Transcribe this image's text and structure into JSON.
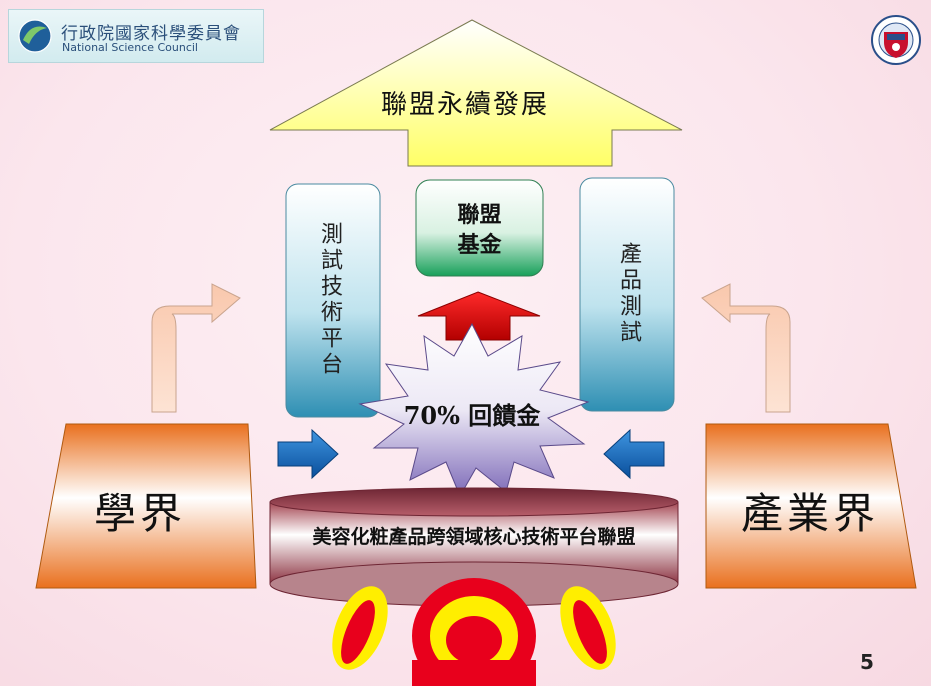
{
  "header": {
    "logo_cn": "行政院國家科學委員會",
    "logo_en": "National Science Council"
  },
  "diagram": {
    "top_arrow_label": "聯盟永續發展",
    "left_platform_label": "測試技術平台",
    "right_platform_label": "產品測試",
    "fund_box_label_line1": "聯盟",
    "fund_box_label_line2": "基金",
    "burst_label": "70% 回饋金",
    "left_block_label": "學界",
    "right_block_label": "產業界",
    "cylinder_label": "美容化粧產品跨領域核心技術平台聯盟"
  },
  "footer": {
    "page_number": "5"
  },
  "colors": {
    "top_arrow": "#ffff99",
    "left_block": "#e97b2a",
    "blue_arrow": "#1f6fbf",
    "red_arrow": "#e00000",
    "fund_box": "#1f9c5a",
    "platform": "#3aa0c0",
    "burst": "#8a78c0",
    "cylinder": "#a84a55"
  }
}
